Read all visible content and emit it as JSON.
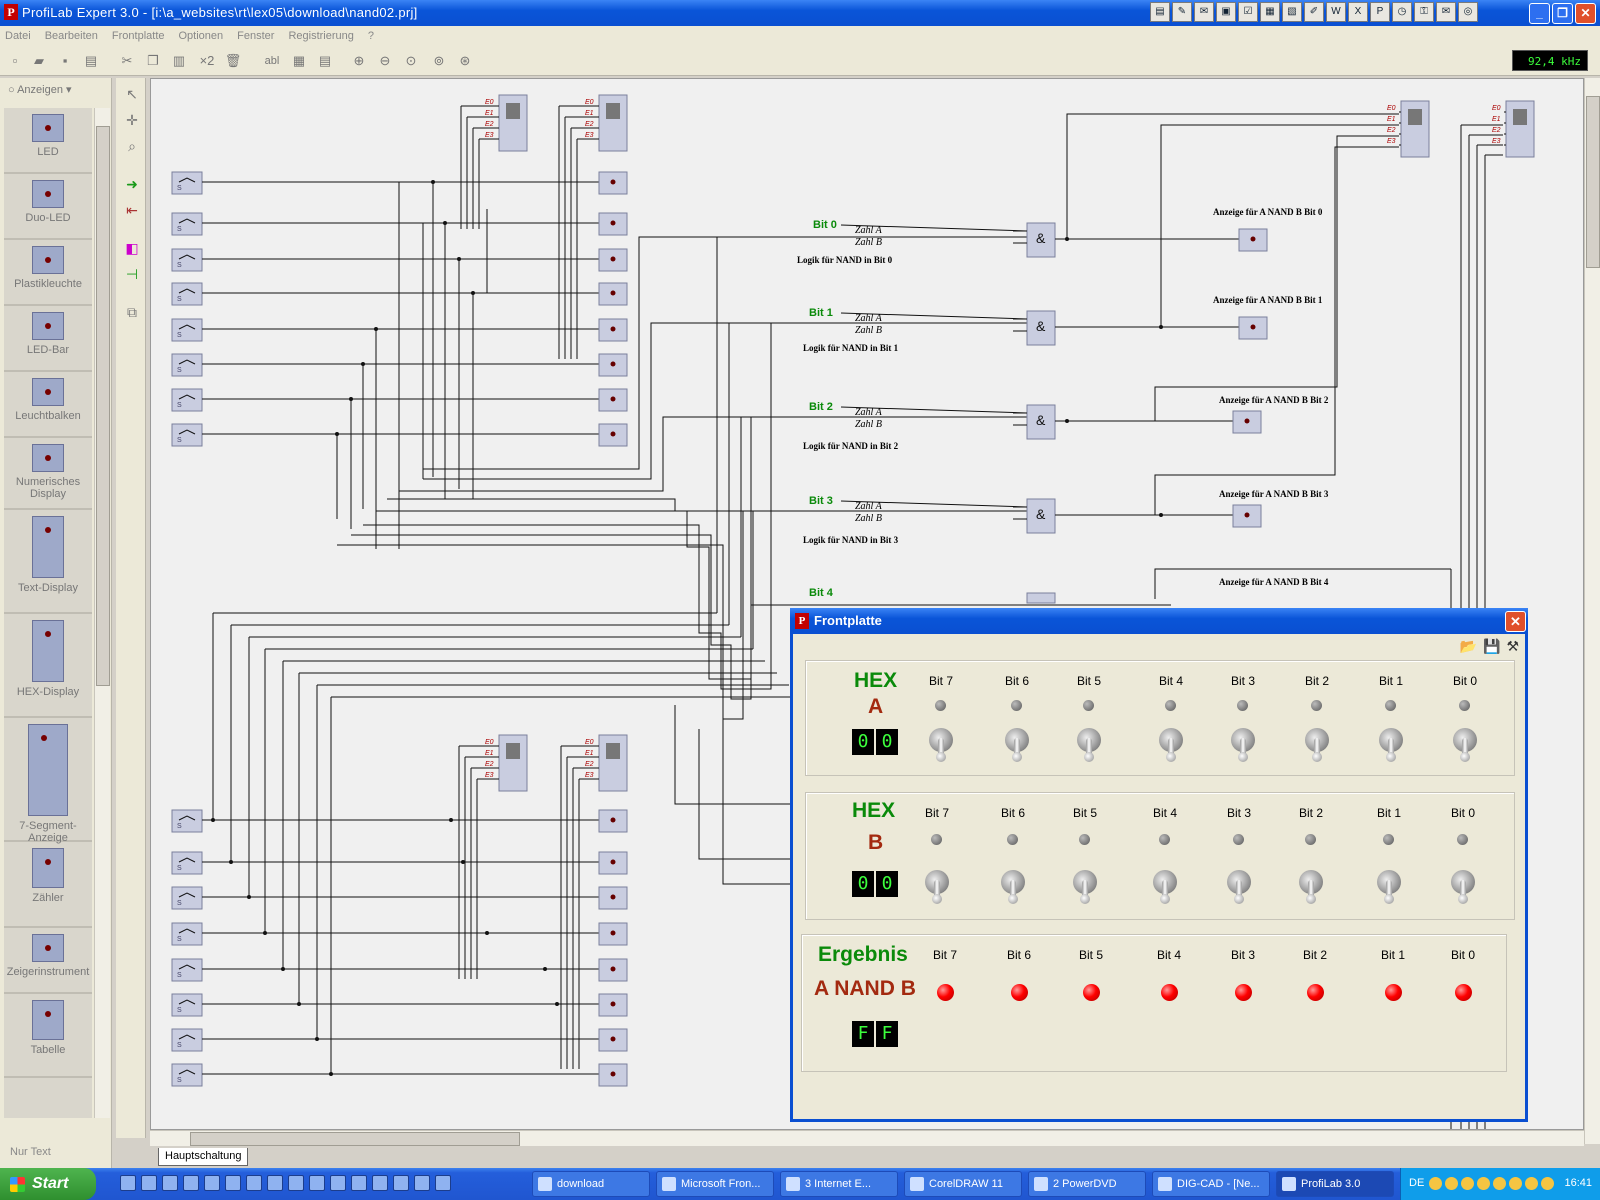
{
  "window": {
    "title": "ProfiLab Expert 3.0 - [i:\\a_websites\\rt\\lex05\\download\\nand02.prj]"
  },
  "menu": [
    "Datei",
    "Bearbeiten",
    "Frontplatte",
    "Optionen",
    "Fenster",
    "Registrierung",
    "?"
  ],
  "toolbar": {
    "frequency": "92,4 kHz",
    "multiply": "×2",
    "text_tool": "abl"
  },
  "palette": {
    "header": "Anzeigen",
    "footer": "Nur Text",
    "items": [
      "LED",
      "Duo-LED",
      "Plastikleuchte",
      "LED-Bar",
      "Leuchtbalken",
      "Numerisches Display",
      "Text-Display",
      "HEX-Display",
      "7-Segment-Anzeige",
      "Zähler",
      "Zeigerinstrument",
      "Tabelle"
    ]
  },
  "circuit": {
    "bits": [
      {
        "label": "Bit 0",
        "logic": "Logik für NAND in Bit 0",
        "display": "Anzeige für A NAND B Bit 0"
      },
      {
        "label": "Bit 1",
        "logic": "Logik für NAND in Bit 1",
        "display": "Anzeige für A NAND B Bit 1"
      },
      {
        "label": "Bit 2",
        "logic": "Logik für NAND in Bit 2",
        "display": "Anzeige für A NAND B Bit 2"
      },
      {
        "label": "Bit 3",
        "logic": "Logik für NAND in Bit 3",
        "display": "Anzeige für A NAND B Bit 3"
      },
      {
        "label": "Bit 4",
        "logic": "",
        "display": "Anzeige für A NAND B Bit 4"
      }
    ],
    "input_a": "Zahl A",
    "input_b": "Zahl B",
    "gate_symbol": "&",
    "hex_inputs": [
      "E0",
      "E1",
      "E2",
      "E3"
    ]
  },
  "sheet_tab": "Hauptschaltung",
  "frontplatte": {
    "title": "Frontplatte",
    "bit_labels": [
      "Bit 7",
      "Bit 6",
      "Bit 5",
      "Bit 4",
      "Bit 3",
      "Bit 2",
      "Bit 1",
      "Bit 0"
    ],
    "group_a": {
      "title1": "HEX",
      "title2": "A",
      "digits": [
        "0",
        "0"
      ]
    },
    "group_b": {
      "title1": "HEX",
      "title2": "B",
      "digits": [
        "0",
        "0"
      ]
    },
    "result": {
      "title1": "Ergebnis",
      "title2": "A NAND B",
      "digits": [
        "F",
        "F"
      ]
    }
  },
  "taskbar": {
    "start": "Start",
    "tasks": [
      "download",
      "Microsoft Fron...",
      "3 Internet E...",
      "CorelDRAW 11",
      "2 PowerDVD",
      "DIG-CAD - [Ne...",
      "ProfiLab 3.0"
    ],
    "lang": "DE",
    "clock": "16:41"
  },
  "colors": {
    "titlebar": "#0a55d8",
    "bit_label": "#0a8a0a",
    "result_title": "#a32a10",
    "led_on": "#ff0000",
    "display_text": "#3cff3c"
  }
}
